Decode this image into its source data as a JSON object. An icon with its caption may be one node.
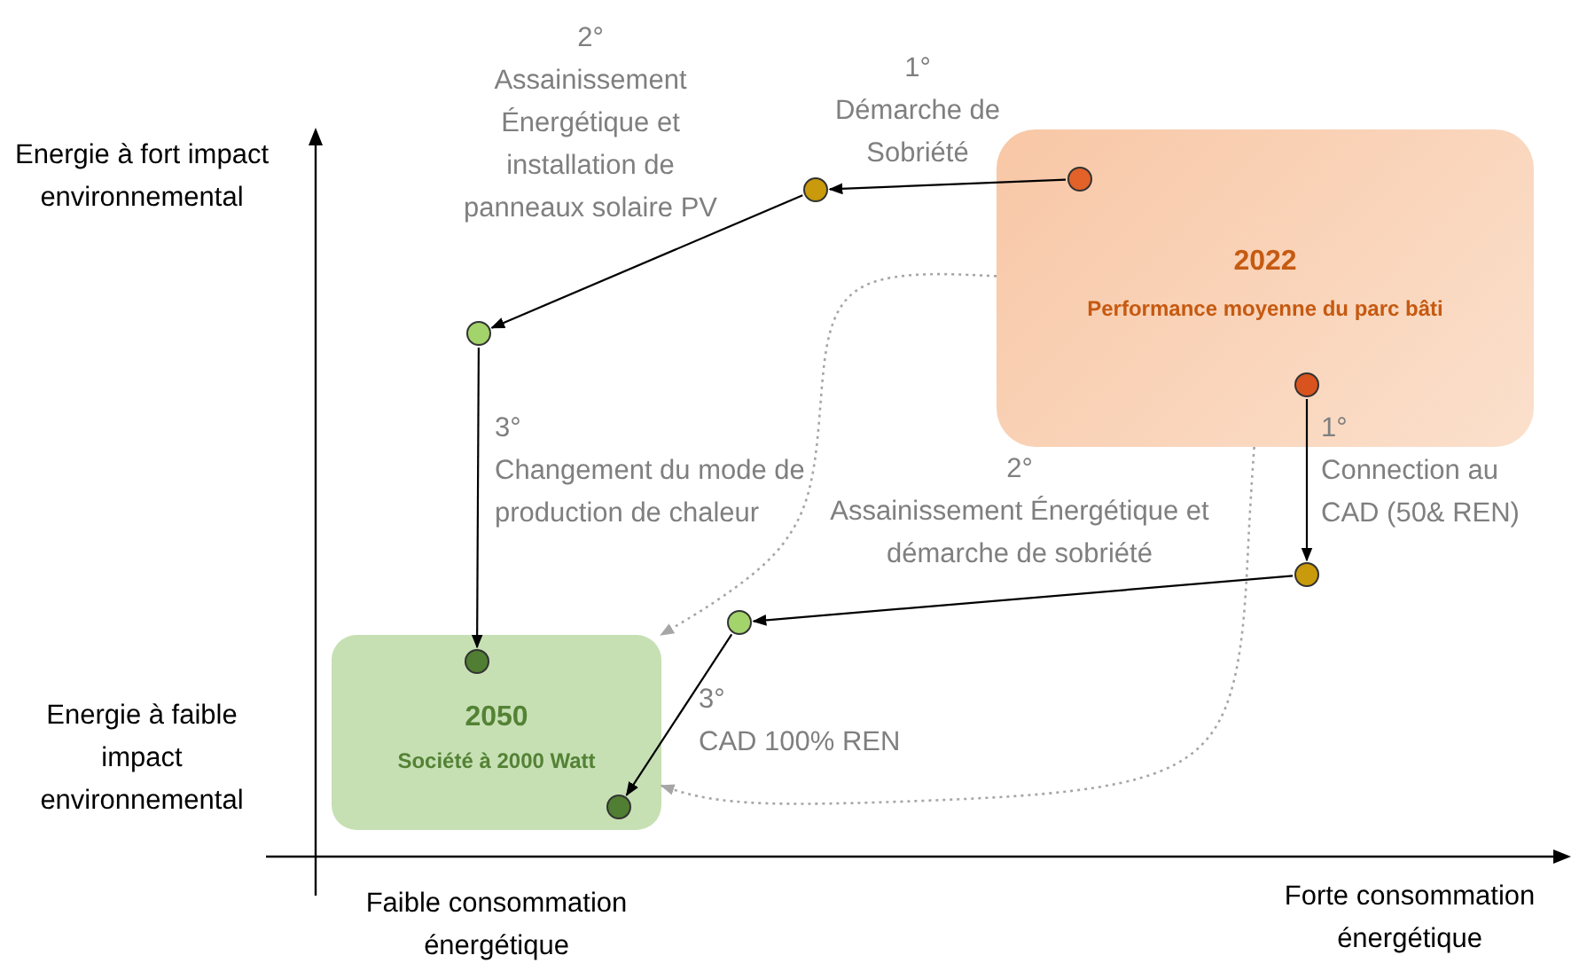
{
  "diagram": {
    "nodes": [
      {
        "text": [
          "2022",
          "Performance moyenne du parc bâti"
        ]
      },
      {
        "text": [],
        "shape": "circle",
        "in": 0
      },
      {
        "text": [],
        "shape": "circle",
        "in": 0
      },
      {
        "text": [
          "2050",
          "Société à 2000 Watt"
        ]
      },
      {
        "text": [],
        "shape": "circle",
        "in": 3
      },
      {
        "text": [],
        "shape": "circle",
        "in": 3
      },
      {
        "text": [],
        "shape": "circle"
      },
      {
        "text": [],
        "shape": "circle"
      },
      {
        "text": [],
        "shape": "circle"
      },
      {
        "text": [],
        "shape": "circle"
      }
    ],
    "edges": [
      {
        "from": 1,
        "to": 6,
        "arrow": "to",
        "label": "1° Démarche de Sobriété"
      },
      {
        "from": 6,
        "to": 7,
        "arrow": "to",
        "label": "2° Assainissement Énergétique et installation de panneaux solaire PV"
      },
      {
        "from": 7,
        "to": 4,
        "arrow": "to",
        "label": "3° Changement du mode de production de chaleur"
      },
      {
        "from": 2,
        "to": 8,
        "arrow": "to",
        "label": "1° Connection au CAD (50& REN)"
      },
      {
        "from": 8,
        "to": 9,
        "arrow": "to",
        "label": "2° Assainissement Énergétique et démarche de sobriété"
      },
      {
        "from": 9,
        "to": 5,
        "arrow": "to",
        "label": "3° CAD 100% REN"
      },
      {
        "from": 0,
        "to": 3,
        "arrow": "to",
        "style": "dashed",
        "color": "#a6a6a6"
      },
      {
        "from": 0,
        "to": 3,
        "arrow": "to",
        "style": "dashed",
        "color": "#a6a6a6"
      }
    ],
    "labels": [
      "Energie à fort impact environnemental",
      "Energie à faible impact environnemental",
      "Faible consommation énergétique",
      "Forte consommation énergétique"
    ]
  }
}
